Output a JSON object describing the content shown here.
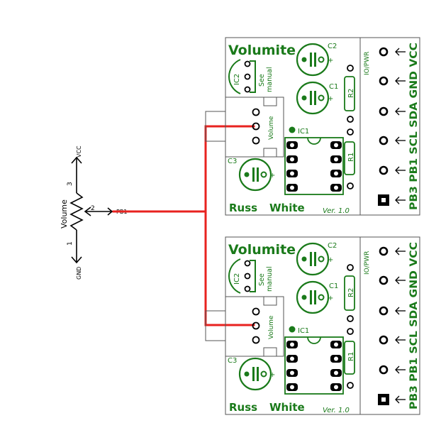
{
  "colors": {
    "pcb": "#1a7a1a",
    "wire": "#e8221f",
    "schematic": "#000000",
    "outline": "#555555"
  },
  "schematic": {
    "pot_name": "Volume",
    "pin3": "3",
    "pin2": "2",
    "pin1": "1",
    "vcc": "VCC",
    "gnd": "GND",
    "net": "PB1"
  },
  "boards": [
    {
      "title": "Volumite",
      "author_first": "Russ",
      "author_last": "White",
      "version": "Ver. 1.0",
      "c1": "C1",
      "c2": "C2",
      "c3": "C3",
      "ic1": "IC1",
      "ic2": "IC2",
      "r1": "R1",
      "r2": "R2",
      "see": "See",
      "manual": "manual",
      "volume": "Volume",
      "io_pwr": "IO/PWR",
      "header_labels": "PB3 PB1 SCL SDA GND VCC",
      "plus": "+"
    },
    {
      "title": "Volumite",
      "author_first": "Russ",
      "author_last": "White",
      "version": "Ver. 1.0",
      "c1": "C1",
      "c2": "C2",
      "c3": "C3",
      "ic1": "IC1",
      "ic2": "IC2",
      "r1": "R1",
      "r2": "R2",
      "see": "See",
      "manual": "manual",
      "volume": "Volume",
      "io_pwr": "IO/PWR",
      "header_labels": "PB3 PB1 SCL SDA GND VCC",
      "plus": "+"
    }
  ]
}
